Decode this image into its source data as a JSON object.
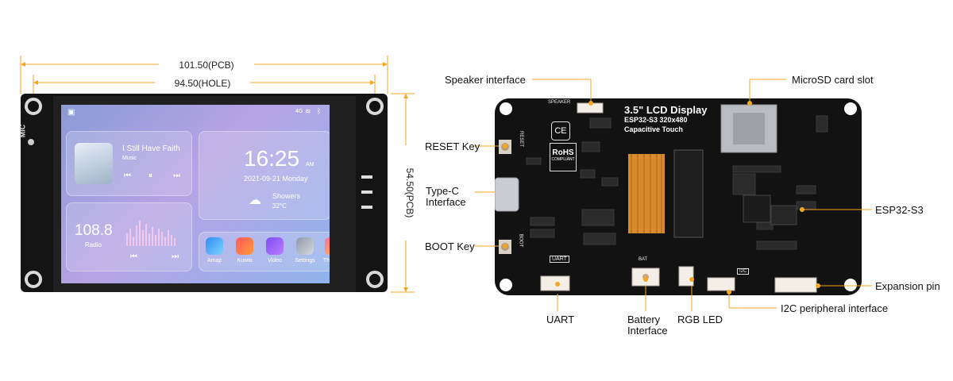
{
  "dimensions": {
    "pcb_width": "101.50(PCB)",
    "hole_width": "94.50(HOLE)",
    "pcb_height": "54.50(PCB)"
  },
  "front": {
    "mic_label": "MIC",
    "status_signal": "4G",
    "music": {
      "title": "I Still Have Faith",
      "subtitle": "Music"
    },
    "clock": {
      "time": "16:25",
      "ampm": "AM",
      "date": "2021-09-21 Monday"
    },
    "weather": {
      "condition": "Showers",
      "temperature": "32°C"
    },
    "radio": {
      "frequency": "108.8",
      "label": "Radio"
    },
    "apps": [
      "Amap",
      "Kuwio",
      "Video",
      "Settings",
      "Th"
    ]
  },
  "back": {
    "board_title": "3.5\" LCD Display",
    "board_subtitle": "ESP32-S3  320x480",
    "board_touch": "Capacitive Touch",
    "silk_speaker": "SPEAKER",
    "silk_reset": "RESET",
    "silk_boot": "BOOT",
    "silk_uart": "UART",
    "silk_bat": "BAT",
    "silk_i2c": "I2C",
    "ce_mark": "CE",
    "rohs": "RoHS",
    "rohs_sub": "COMPLIANT"
  },
  "callouts": {
    "speaker": "Speaker interface",
    "microsd": "MicroSD card slot",
    "reset": "RESET Key",
    "typec_line1": "Type-C",
    "typec_line2": "Interface",
    "boot": "BOOT Key",
    "esp32": "ESP32-S3",
    "expansion": "Expansion pin",
    "i2c": "I2C peripheral interface",
    "uart": "UART",
    "battery_line1": "Battery",
    "battery_line2": "Interface",
    "rgb": "RGB LED"
  },
  "colors": {
    "accent": "#f5a623",
    "pcb": "#111111",
    "connector": "#f3eee6"
  }
}
